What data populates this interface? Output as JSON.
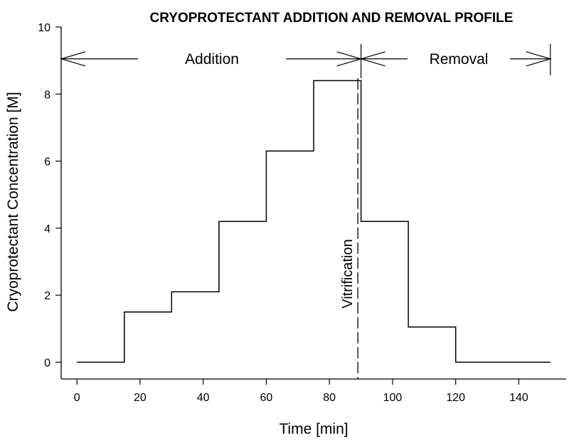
{
  "chart_data": {
    "type": "line",
    "title": "CRYOPROTECTANT ADDITION AND REMOVAL PROFILE",
    "xlabel": "Time [min]",
    "ylabel": "Cryoprotectant Concentration [M]",
    "xlim": [
      -5,
      155
    ],
    "ylim": [
      -0.5,
      10
    ],
    "xticks": [
      0,
      20,
      40,
      60,
      80,
      100,
      120,
      140
    ],
    "yticks": [
      0,
      2,
      4,
      6,
      8,
      10
    ],
    "grid": false,
    "line_color": "#000000",
    "series": [
      {
        "x": [
          0,
          15,
          15,
          30,
          30,
          45,
          45,
          60,
          60,
          75,
          75,
          90,
          90,
          105,
          105,
          120,
          120,
          150
        ],
        "y": [
          0,
          0,
          1.5,
          1.5,
          2.1,
          2.1,
          4.2,
          4.2,
          6.3,
          6.3,
          8.4,
          8.4,
          4.2,
          4.2,
          1.05,
          1.05,
          0,
          0
        ]
      }
    ],
    "annotations": {
      "vitrification": {
        "label": "Vitrification",
        "x": 89,
        "style": "dashed"
      },
      "addition": {
        "label": "Addition",
        "x_start": -5,
        "x_end": 90,
        "y": 9.05
      },
      "removal": {
        "label": "Removal",
        "x_start": 90,
        "x_end": 150,
        "y": 9.05
      }
    }
  }
}
